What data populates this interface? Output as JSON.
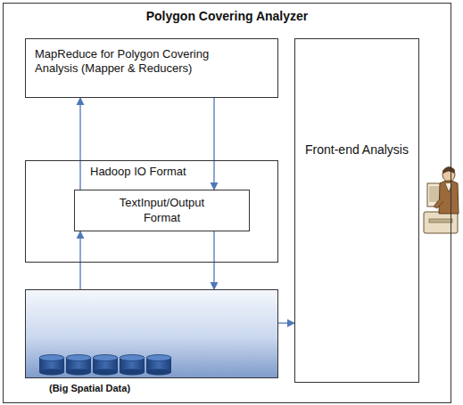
{
  "diagram": {
    "nodes": [
      {
        "text": [
          "Polygon Covering Analyzer"
        ]
      },
      {
        "text": [
          "MapReduce for Polygon Covering Analysis (Mapper & Reducers)"
        ],
        "in": 0
      },
      {
        "text": [
          "Hadoop IO Format"
        ],
        "in": 0
      },
      {
        "text": [
          "TextInput/Output Format"
        ],
        "in": 2
      },
      {
        "text": [
          "Front-end Analysis"
        ],
        "in": 0
      },
      {
        "text": [
          "(Big Spatial Data)"
        ],
        "in": 0
      }
    ],
    "edges": [
      {
        "from": 3,
        "to": 1,
        "arrow": "to"
      },
      {
        "from": 1,
        "to": 3,
        "arrow": "to"
      },
      {
        "from": 5,
        "to": 3,
        "arrow": "to"
      },
      {
        "from": 3,
        "to": 5,
        "arrow": "to"
      },
      {
        "from": 5,
        "to": 4,
        "arrow": "to"
      }
    ]
  }
}
